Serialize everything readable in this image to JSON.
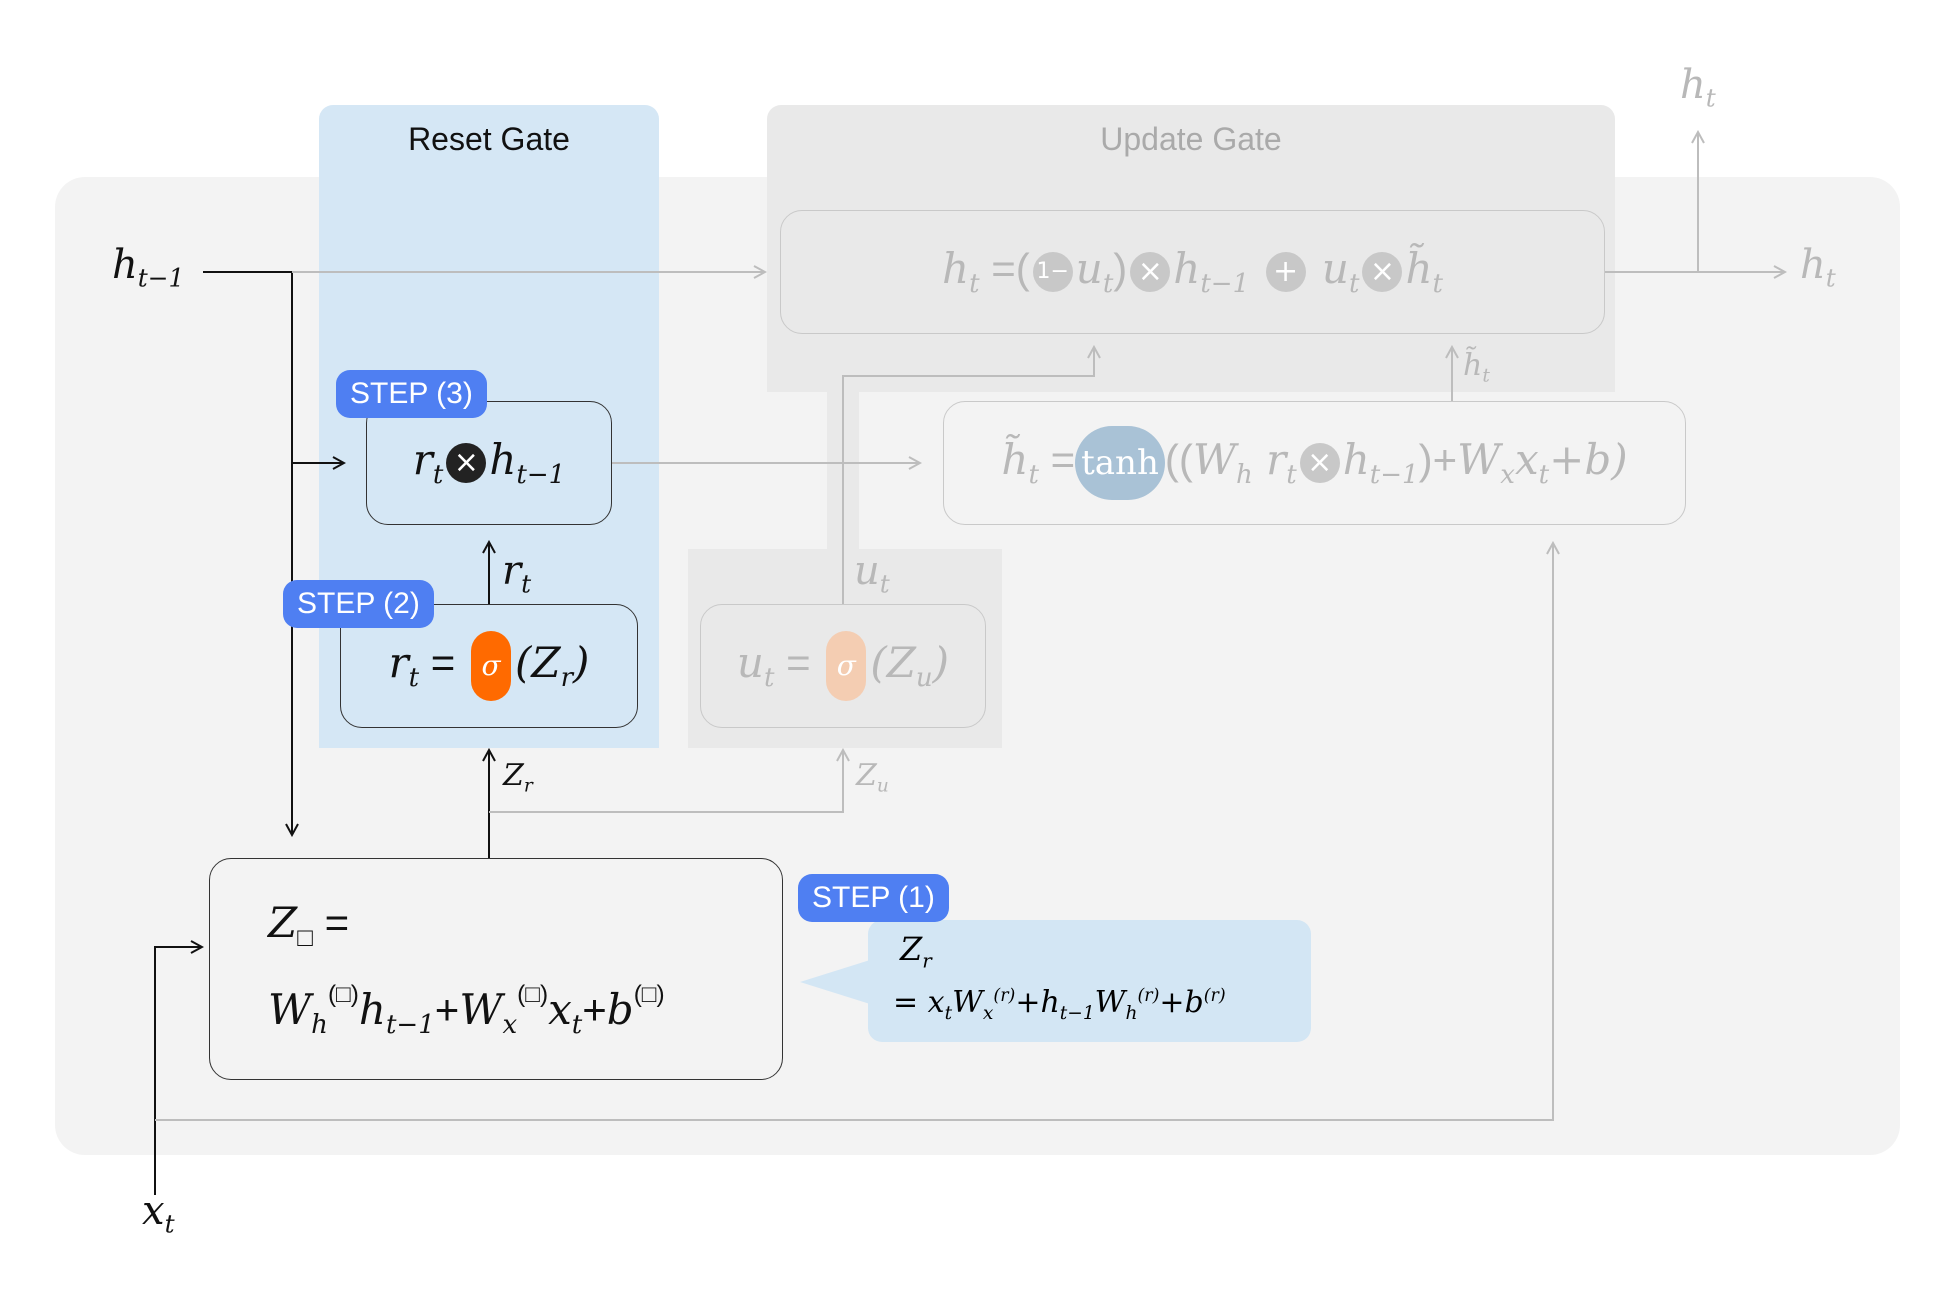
{
  "panels": {
    "reset_title": "Reset Gate",
    "update_title": "Update Gate"
  },
  "steps": {
    "step1": "STEP (1)",
    "step2": "STEP (2)",
    "step3": "STEP (3)"
  },
  "labels": {
    "h_prev": "h",
    "h_prev_sub": "t−1",
    "x_in": "x",
    "x_in_sub": "t",
    "h_out_right": "h",
    "h_out_right_sub": "t",
    "h_out_top": "h",
    "h_out_top_sub": "t",
    "r_wire": "r",
    "r_wire_sub": "t",
    "u_wire": "u",
    "u_wire_sub": "t",
    "zr_wire": "Z",
    "zr_wire_sub": "r",
    "zu_wire": "Z",
    "zu_wire_sub": "u",
    "htilde_wire": "h̃",
    "htilde_wire_sub": "t"
  },
  "equations": {
    "update": {
      "lhs": "h",
      "lhs_sub": "t",
      "eq": " =(",
      "one": "1−",
      "u1": "u",
      "u1_sub": "t",
      "close": ")",
      "times": "×",
      "hprev": "h",
      "hprev_sub": "t−1",
      "plus": "+",
      "u2": "u",
      "u2_sub": "t",
      "htilde": "h̃",
      "htilde_sub": "t"
    },
    "candidate": {
      "lhs": "h̃",
      "lhs_sub": "t",
      "eq": " =",
      "tanh": "tanh",
      "open": "((",
      "Wh": "W",
      "Wh_sub": "h",
      "r": " r",
      "r_sub": "t",
      "times": "×",
      "hprev": "h",
      "hprev_sub": "t−1",
      "mid": ")+",
      "Wx": "W",
      "Wx_sub": "x",
      "x": "x",
      "x_sub": "t",
      "tail": "+b)"
    },
    "reset_mul": {
      "r": "r",
      "r_sub": "t",
      "times": "×",
      "h": "h",
      "h_sub": "t−1"
    },
    "reset_sig": {
      "lhs": "r",
      "lhs_sub": "t",
      "eq": " = ",
      "sigma": "σ",
      "arg": "(Z",
      "arg_sub": "r",
      "close": ")"
    },
    "update_sig": {
      "lhs": "u",
      "lhs_sub": "t",
      "eq": " = ",
      "sigma": "σ",
      "arg": "(Z",
      "arg_sub": "u",
      "close": ")"
    },
    "z_general": {
      "line1_Z": "Z",
      "line1_sub": "□",
      "line1_eq": " =",
      "W1": "W",
      "W1_sub": "h",
      "W1_sup": "(□)",
      "h": "h",
      "h_sub": "t−1",
      "plus1": "+",
      "W2": "W",
      "W2_sub": "x",
      "W2_sup": "(□)",
      "x": "x",
      "x_sub": "t",
      "plus2": "+",
      "b": "b",
      "b_sup": "(□)"
    },
    "callout": {
      "line1": "Z",
      "line1_sub": "r",
      "line2": "= x",
      "x_sub": "t",
      "W1": "W",
      "W1_sub": "x",
      "W1_sup": "(r)",
      "plus1": "+h",
      "h_sub": "t−1",
      "W2": "W",
      "W2_sub": "h",
      "W2_sup": "(r)",
      "plus2": "+b",
      "b_sup": "(r)"
    }
  },
  "colors": {
    "outer_bg": "#f3f3f3",
    "reset_panel": "#d3e6f4",
    "update_panel": "#e9e9e9",
    "step_badge": "#4f7ff2",
    "sigma": "#ff6a00",
    "sigma_faded": "#f4cdb2",
    "tanh": "#a9c2d6",
    "active_line": "#111111",
    "faded_line": "#bdbdbd"
  }
}
